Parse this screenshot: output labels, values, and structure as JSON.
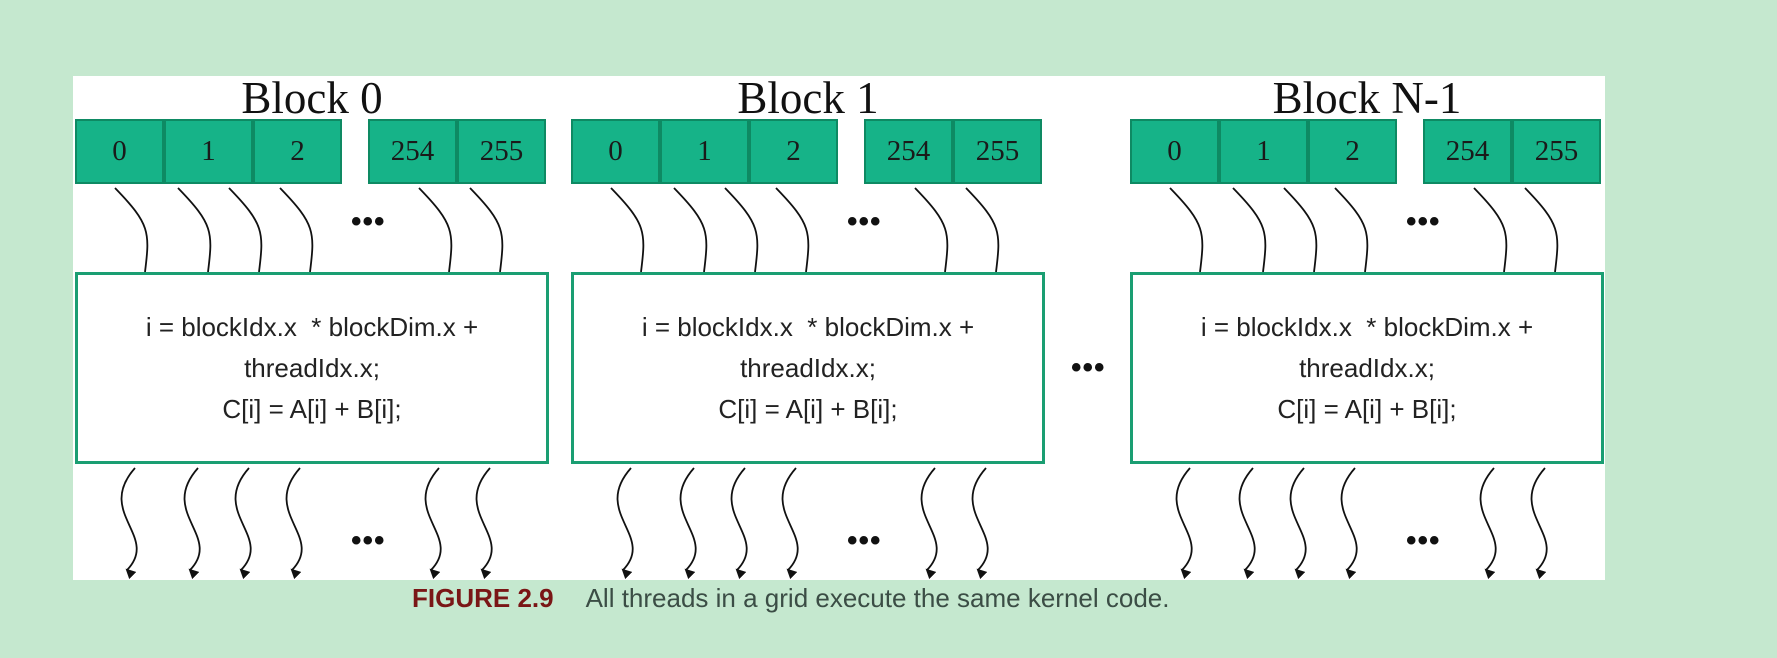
{
  "blocks": [
    {
      "title": "Block 0",
      "threads_left": [
        "0",
        "1",
        "2"
      ],
      "threads_right": [
        "254",
        "255"
      ]
    },
    {
      "title": "Block 1",
      "threads_left": [
        "0",
        "1",
        "2"
      ],
      "threads_right": [
        "254",
        "255"
      ]
    },
    {
      "title": "Block N-1",
      "threads_left": [
        "0",
        "1",
        "2"
      ],
      "threads_right": [
        "254",
        "255"
      ]
    }
  ],
  "kernel_code": [
    "i = blockIdx.x  * blockDim.x +",
    "threadIdx.x;",
    "C[i] = A[i] + B[i];"
  ],
  "ellipsis": "•••",
  "caption": {
    "label": "FIGURE 2.9",
    "text": "All threads in a grid execute the same kernel code."
  },
  "colors": {
    "thread_cell": "#16b388",
    "box_border": "#1a9e72",
    "caption_label": "#7a1616",
    "background": "#c5e8cf"
  }
}
